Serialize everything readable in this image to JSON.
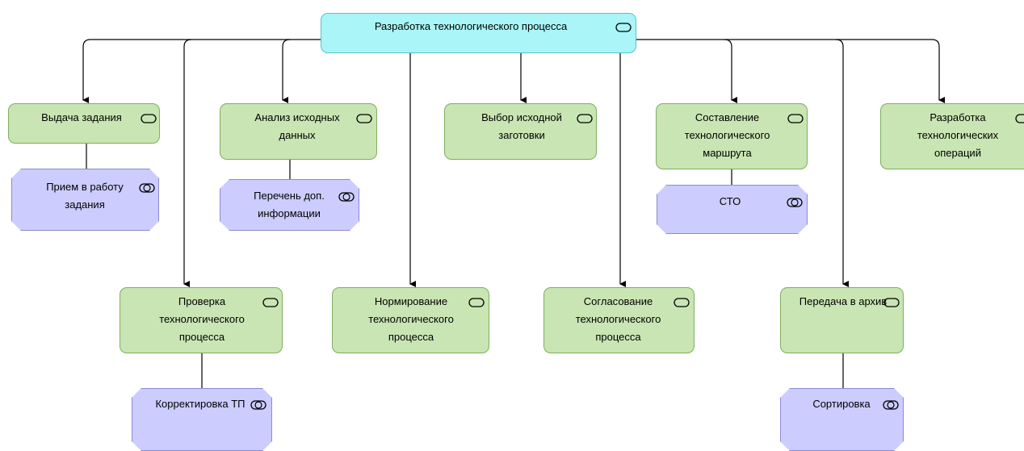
{
  "root": {
    "label": "Разработка технологического процесса",
    "icon": "process-icon"
  },
  "level1": [
    {
      "id": "n1",
      "label": "Выдача задания"
    },
    {
      "id": "n2",
      "label": "Анализ исходных данных"
    },
    {
      "id": "n3",
      "label": "Выбор исходной заготовки"
    },
    {
      "id": "n4",
      "label": "Составление технологического маршрута"
    },
    {
      "id": "n5",
      "label": "Разработка технологических операций"
    },
    {
      "id": "n6",
      "label": "Проверка технологического процесса"
    },
    {
      "id": "n7",
      "label": "Нормирование технологического процесса"
    },
    {
      "id": "n8",
      "label": "Согласование технологического процесса"
    },
    {
      "id": "n9",
      "label": "Передача в архив"
    }
  ],
  "functions": [
    {
      "id": "f1",
      "label": "Прием в работу задания"
    },
    {
      "id": "f2",
      "label": "Перечень доп. информации"
    },
    {
      "id": "f3",
      "label": "СТО"
    },
    {
      "id": "f4",
      "label": "Корректировка ТП"
    },
    {
      "id": "f5",
      "label": "Сортировка"
    }
  ],
  "colors": {
    "root_fill": "#a9f5f7",
    "process_fill": "#c9e5b3",
    "function_fill": "#ccccff",
    "connector": "#000000"
  }
}
